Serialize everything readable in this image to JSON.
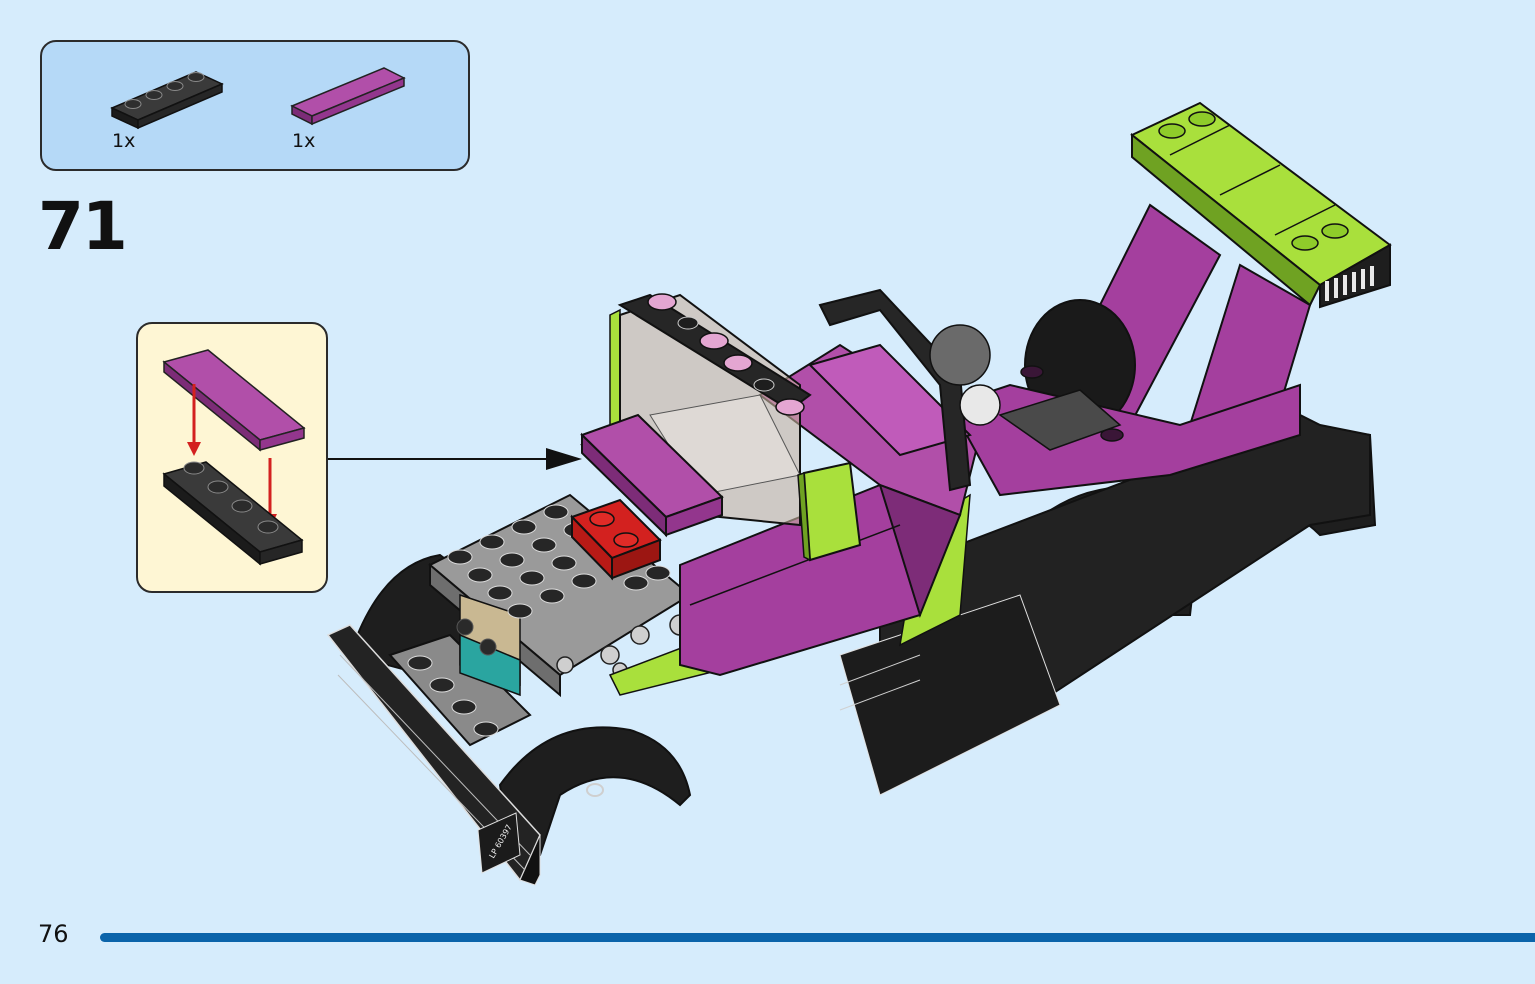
{
  "step": {
    "number": "71"
  },
  "parts_list": [
    {
      "quantity": "1x",
      "description": "black plate 1x4",
      "color": "#2a2a2a"
    },
    {
      "quantity": "1x",
      "description": "magenta tile 1x4",
      "color": "#b14fa9"
    }
  ],
  "page": {
    "number": "76"
  },
  "colors": {
    "background": "#d6ecfc",
    "parts_box": "#b5d9f7",
    "callout": "#fef6d4",
    "progress": "#0b64aa",
    "magenta": "#a43f9e",
    "lime": "#a9e03c",
    "black": "#1e1e1e",
    "gray": "#9a9a9a",
    "red": "#d3211f"
  },
  "model": {
    "license_plate": "LP 60397"
  }
}
